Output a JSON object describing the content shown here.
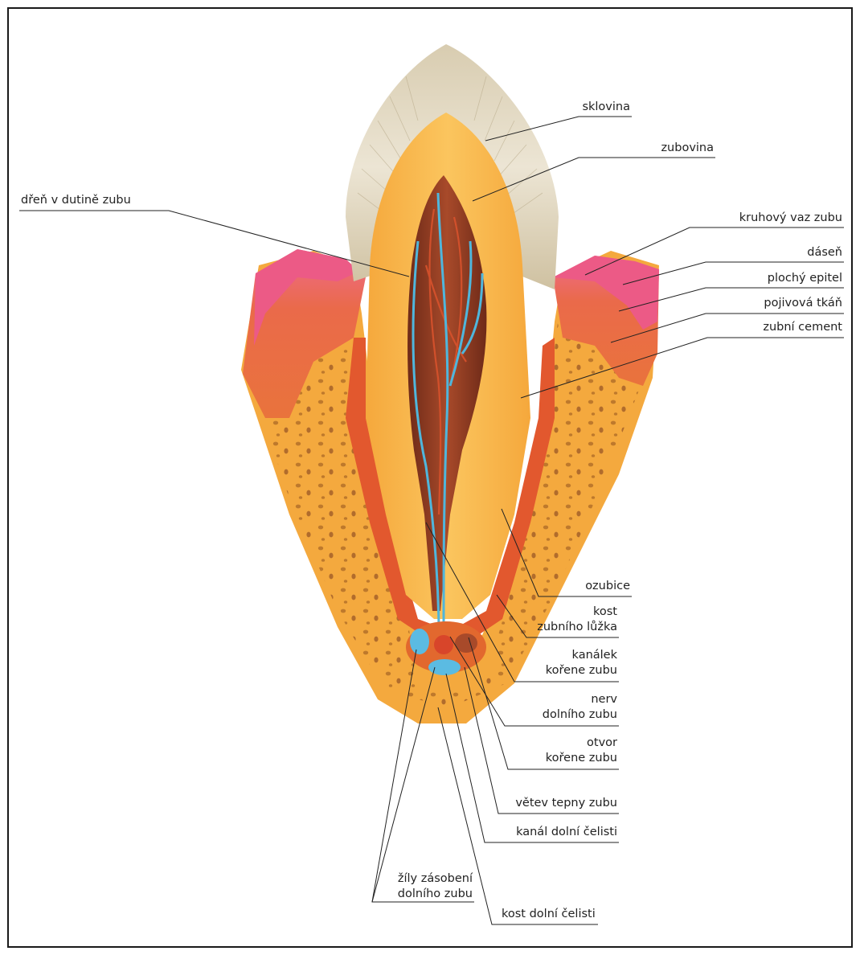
{
  "labels": {
    "sklovina": "sklovina",
    "zubovina": "zubovina",
    "dren": "dřeň v dutině zubu",
    "kruhovy_vaz": "kruhový vaz zubu",
    "dasen": "dáseň",
    "plochy_epitel": "plochý epitel",
    "pojivova_tkan": "pojivová tkáň",
    "zubni_cement": "zubní cement",
    "ozubice": "ozubice",
    "kost_luzka_1": "kost",
    "kost_luzka_2": "zubního lůžka",
    "kanalek_1": "kanálek",
    "kanalek_2": "kořene zubu",
    "nerv_1": "nerv",
    "nerv_2": "dolního zubu",
    "otvor_1": "otvor",
    "otvor_2": "kořene zubu",
    "vetev_tepny": "větev tepny zubu",
    "kanal_celisti": "kanál dolní čelisti",
    "zily_1": "žíly zásobení",
    "zily_2": "dolního zubu",
    "kost_celisti": "kost dolní čelisti"
  },
  "colors": {
    "enamel": "#e9e1cf",
    "dentin": "#f7b64a",
    "pulp": "#8a3a22",
    "gum_pink": "#ea5a86",
    "gum_red": "#e8673a",
    "bone": "#f4a93e",
    "vessel_blue": "#4fb6dc",
    "leader_line": "#222222"
  }
}
